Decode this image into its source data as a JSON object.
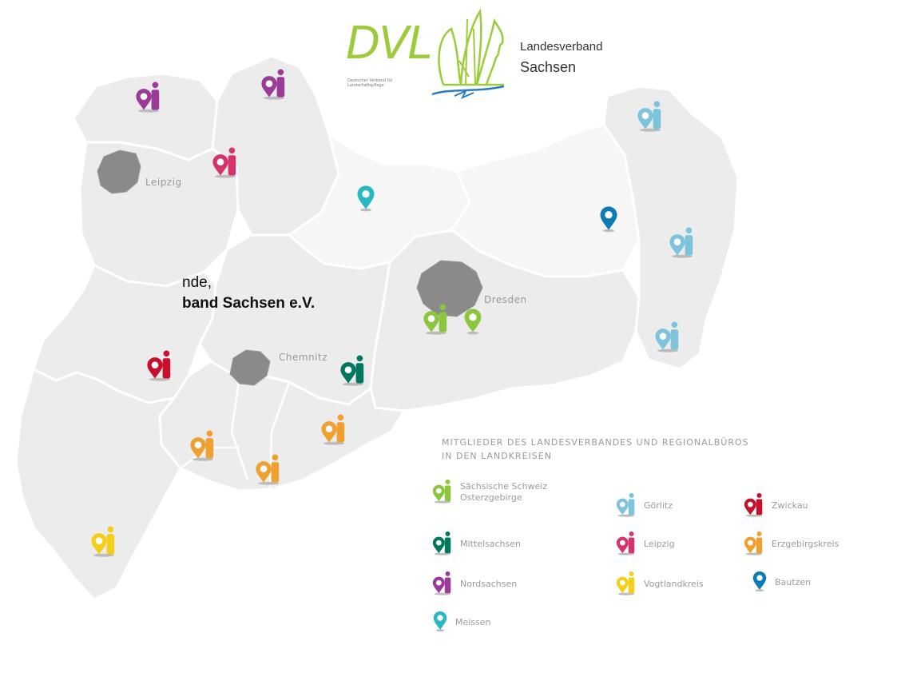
{
  "header": {
    "logo_text": "DVL",
    "logo_subtext": "Deutscher Verband für Landschaftspflege",
    "org_line1": "Landesverband",
    "org_line2": "Sachsen"
  },
  "overlay": {
    "line1": "nde,",
    "line2": "band Sachsen e.V."
  },
  "cities": {
    "leipzig": "Leipzig",
    "dresden": "Dresden",
    "chemnitz": "Chemnitz"
  },
  "legend": {
    "title_line1": "MITGLIEDER DES LANDESVERBANDES UND REGIONALBÜROS",
    "title_line2": "IN DEN LANDKREISEN",
    "items": [
      {
        "label": "Sächsische Schweiz Osterzgebirge",
        "line1": "Sächsische Schweiz",
        "line2": "Osterzgebirge",
        "color": "#8cc63f",
        "icon": "person-pin-icon"
      },
      {
        "label": "Görlitz",
        "color": "#7ec3dc",
        "icon": "person-pin-icon"
      },
      {
        "label": "Zwickau",
        "color": "#c8102e",
        "icon": "person-pin-icon"
      },
      {
        "label": "Mittelsachsen",
        "color": "#00775f",
        "icon": "person-pin-icon"
      },
      {
        "label": "Leipzig",
        "color": "#d6336c",
        "icon": "person-pin-icon"
      },
      {
        "label": "Erzgebirgskreis",
        "color": "#f0a030",
        "icon": "person-pin-icon"
      },
      {
        "label": "Nordsachsen",
        "color": "#9b3a97",
        "icon": "person-pin-icon"
      },
      {
        "label": "Vogtlandkreis",
        "color": "#f3cf19",
        "icon": "person-pin-icon"
      },
      {
        "label": "Bautzen",
        "color": "#0b7cb5",
        "icon": "pin-icon"
      },
      {
        "label": "Meissen",
        "color": "#27b8c4",
        "icon": "pin-icon"
      }
    ]
  },
  "colors": {
    "region_fill": "#ececec",
    "city_fill": "#8a8a8a",
    "logo_green": "#9ccb3b",
    "logo_blue": "#2a7dc1"
  }
}
